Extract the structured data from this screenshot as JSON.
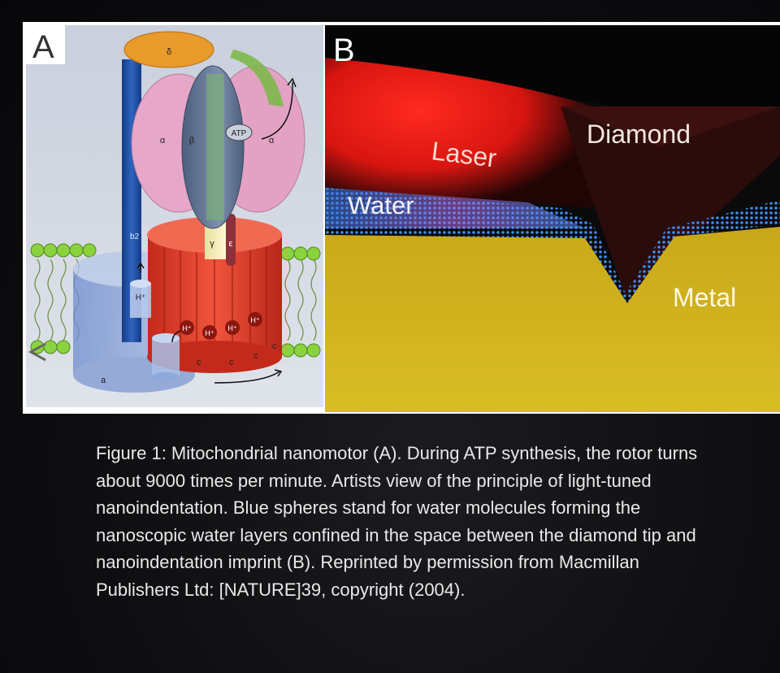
{
  "panel_a": {
    "label": "A",
    "subunits": {
      "delta": "δ",
      "alpha_left": "α",
      "beta": "β",
      "atp": "ATP",
      "alpha_right": "α",
      "b2": "b2",
      "gamma": "γ",
      "epsilon": "ε",
      "a": "a",
      "c": "c",
      "proton": "H⁺"
    },
    "colors": {
      "delta": "#e89a2a",
      "alpha": "#e3a2c4",
      "beta": "#5f7391",
      "stator": "#1e4d9c",
      "rotor": "#e8442f",
      "a_subunit": "#7d9bd8",
      "lipid_head": "#7ec33a"
    }
  },
  "panel_b": {
    "label": "B",
    "labels": {
      "diamond": "Diamond",
      "laser": "Laser",
      "water": "Water",
      "metal": "Metal"
    },
    "colors": {
      "laser": "#ff1e1e",
      "water": "#3f8cf0",
      "metal": "#d8bb1f",
      "diamond": "#2a0c0a"
    }
  },
  "caption": {
    "lines": [
      "Figure 1: Mitochondrial nanomotor (A). During ATP synthesis, the rotor turns",
      "about 9000 times per minute. Artists view of the principle of light-tuned",
      "nanoindentation. Blue spheres stand for water molecules forming the",
      "nanoscopic water layers confined in the space between the diamond tip and",
      "nanoindentation imprint (B). Reprinted by permission from Macmillan",
      "Publishers Ltd: [NATURE]39, copyright (2004)."
    ]
  }
}
